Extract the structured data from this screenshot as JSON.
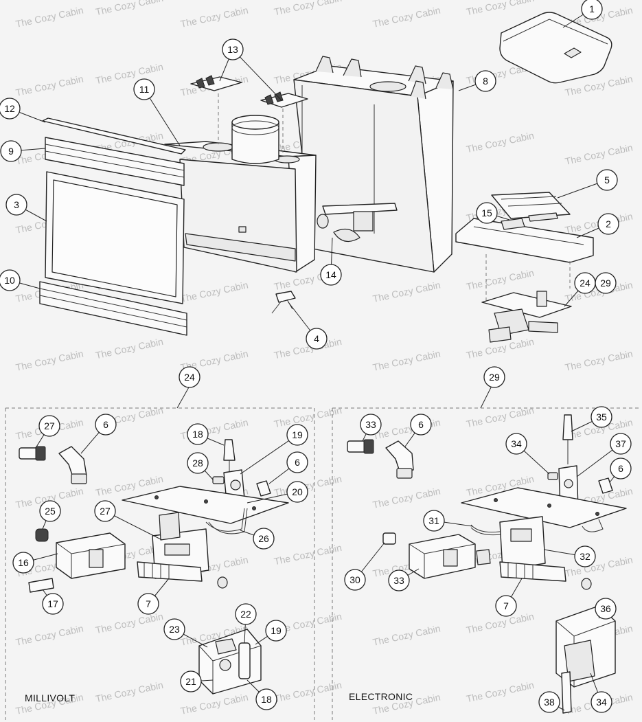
{
  "watermark": "The Cozy Cabin",
  "sections": {
    "millivolt_label": "MILLIVOLT",
    "electronic_label": "ELECTRONIC"
  },
  "callouts": {
    "c1": "1",
    "c2": "2",
    "c3": "3",
    "c4": "4",
    "c5": "5",
    "c8": "8",
    "c9": "9",
    "c10": "10",
    "c11": "11",
    "c12": "12",
    "c13": "13",
    "c14": "14",
    "c15": "15",
    "c24top": "24",
    "c29top": "29",
    "c24": "24",
    "c29": "29",
    "mv27a": "27",
    "mv6a": "6",
    "mv18a": "18",
    "mv19a": "19",
    "mv28": "28",
    "mv6b": "6",
    "mv20": "20",
    "mv25": "25",
    "mv27b": "27",
    "mv26": "26",
    "mv16": "16",
    "mv17": "17",
    "mv7": "7",
    "mv23": "23",
    "mv22": "22",
    "mv19b": "19",
    "mv21": "21",
    "mv18b": "18",
    "el33a": "33",
    "el6a": "6",
    "el35": "35",
    "el34a": "34",
    "el37": "37",
    "el6b": "6",
    "el31": "31",
    "el32": "32",
    "el30": "30",
    "el33b": "33",
    "el7": "7",
    "el36": "36",
    "el38": "38",
    "el34b": "34"
  }
}
